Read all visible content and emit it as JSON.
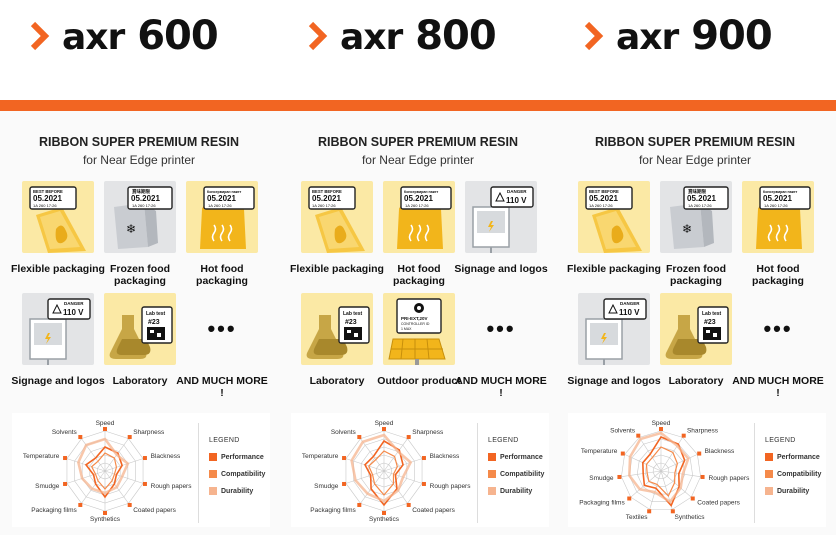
{
  "colors": {
    "accent": "#f26522",
    "performance": "#f26522",
    "compatibility": "#f58a4a",
    "durability": "#f6b48f"
  },
  "products": [
    {
      "brand": "axr",
      "model": "600",
      "title": "RIBBON SUPER PREMIUM RESIN",
      "subtitle": "for Near Edge printer",
      "tiles": [
        {
          "label": "Flexible packaging",
          "icon": "flexible-packaging-icon",
          "stamp": [
            "BEST BEFORE",
            "05.2021",
            "1A 260 17:26"
          ]
        },
        {
          "label": "Frozen food packaging",
          "icon": "frozen-food-icon",
          "stamp": [
            "賞味期限",
            "05.2021",
            "1A 260 17:26"
          ]
        },
        {
          "label": "Hot food packaging",
          "icon": "hot-food-icon",
          "stamp": [
            "Консервиран пакет",
            "05.2021",
            "1A 260 17:26"
          ]
        },
        {
          "label": "Signage and logos",
          "icon": "signage-icon",
          "stamp": [
            "DANGER",
            "110 V"
          ]
        },
        {
          "label": "Laboratory",
          "icon": "laboratory-icon",
          "stamp": [
            "Lab test",
            "#23"
          ]
        },
        {
          "label": "AND MUCH MORE !",
          "icon": "more-dots-icon"
        }
      ],
      "radar": {
        "axes": [
          "Speed",
          "Sharpness",
          "Blackness",
          "Rough papers",
          "Coated papers",
          "Synthetics",
          "Packaging films",
          "Smudge",
          "Temperature",
          "Solvents"
        ],
        "series": [
          {
            "name": "Performance",
            "values": [
              0.6,
              0.55,
              0.45,
              0.3,
              0.4,
              0.65,
              0.4,
              0.3,
              0.5,
              0.4
            ]
          },
          {
            "name": "Compatibility",
            "values": [
              0.45,
              0.4,
              0.3,
              0.25,
              0.3,
              0.45,
              0.3,
              0.25,
              0.35,
              0.3
            ]
          },
          {
            "name": "Durability",
            "values": [
              0.8,
              0.5,
              0.6,
              0.45,
              0.5,
              0.55,
              0.55,
              0.6,
              0.7,
              0.8
            ]
          }
        ]
      },
      "legend": {
        "title": "LEGEND",
        "items": [
          "Performance",
          "Compatibility",
          "Durability"
        ]
      }
    },
    {
      "brand": "axr",
      "model": "800",
      "title": "RIBBON SUPER PREMIUM RESIN",
      "subtitle": "for Near Edge printer",
      "tiles": [
        {
          "label": "Flexible packaging",
          "icon": "flexible-packaging-icon",
          "stamp": [
            "BEST BEFORE",
            "05.2021",
            "1A 260 17:26"
          ]
        },
        {
          "label": "Hot food packaging",
          "icon": "hot-food-icon",
          "stamp": [
            "Консервиран пакет",
            "05.2021",
            "1A 260 17:26"
          ]
        },
        {
          "label": "Signage and logos",
          "icon": "signage-icon",
          "stamp": [
            "DANGER",
            "110 V"
          ]
        },
        {
          "label": "Laboratory",
          "icon": "laboratory-icon",
          "stamp": [
            "Lab test",
            "#23"
          ]
        },
        {
          "label": "Outdoor product",
          "icon": "solar-panel-icon",
          "stamp": [
            "PRI-EXT,20V",
            "CONTROLLER ID",
            "1 MAX"
          ]
        },
        {
          "label": "AND MUCH MORE !",
          "icon": "more-dots-icon"
        }
      ],
      "radar": {
        "axes": [
          "Speed",
          "Sharpness",
          "Blackness",
          "Rough papers",
          "Coated papers",
          "Synthetics",
          "Packaging films",
          "Smudge",
          "Temperature",
          "Solvents"
        ],
        "series": [
          {
            "name": "Performance",
            "values": [
              0.75,
              0.65,
              0.5,
              0.3,
              0.55,
              0.85,
              0.55,
              0.35,
              0.5,
              0.45
            ]
          },
          {
            "name": "Compatibility",
            "values": [
              0.5,
              0.45,
              0.35,
              0.25,
              0.4,
              0.6,
              0.4,
              0.3,
              0.4,
              0.35
            ]
          },
          {
            "name": "Durability",
            "values": [
              0.9,
              0.6,
              0.7,
              0.5,
              0.6,
              0.75,
              0.7,
              0.75,
              0.85,
              0.9
            ]
          }
        ]
      },
      "legend": {
        "title": "LEGEND",
        "items": [
          "Performance",
          "Compatibility",
          "Durability"
        ]
      }
    },
    {
      "brand": "axr",
      "model": "900",
      "title": "RIBBON SUPER PREMIUM RESIN",
      "subtitle": "for Near Edge printer",
      "tiles": [
        {
          "label": "Flexible packaging",
          "icon": "flexible-packaging-icon",
          "stamp": [
            "BEST BEFORE",
            "05.2021",
            "1A 260 17:26"
          ]
        },
        {
          "label": "Frozen food packaging",
          "icon": "frozen-food-icon",
          "stamp": [
            "賞味期限",
            "05.2021",
            "1A 260 17:26"
          ]
        },
        {
          "label": "Hot food packaging",
          "icon": "hot-food-icon",
          "stamp": [
            "Консервиран пакет",
            "05.2021",
            "1A 260 17:26"
          ]
        },
        {
          "label": "Signage and logos",
          "icon": "signage-icon",
          "stamp": [
            "DANGER",
            "110 V"
          ]
        },
        {
          "label": "Laboratory",
          "icon": "laboratory-icon",
          "stamp": [
            "Lab test",
            "#23"
          ]
        },
        {
          "label": "AND MUCH MORE !",
          "icon": "more-dots-icon"
        }
      ],
      "radar": {
        "axes": [
          "Speed",
          "Sharpness",
          "Blackness",
          "Rough papers",
          "Coated papers",
          "Synthetics",
          "Textiles",
          "Packaging films",
          "Smudge",
          "Temperature",
          "Solvents"
        ],
        "series": [
          {
            "name": "Performance",
            "values": [
              0.85,
              0.8,
              0.65,
              0.45,
              0.6,
              0.9,
              0.45,
              0.55,
              0.45,
              0.5,
              0.5
            ]
          },
          {
            "name": "Compatibility",
            "values": [
              0.6,
              0.55,
              0.45,
              0.35,
              0.45,
              0.65,
              0.35,
              0.4,
              0.35,
              0.4,
              0.4
            ]
          },
          {
            "name": "Durability",
            "values": [
              0.95,
              0.75,
              0.75,
              0.55,
              0.65,
              0.8,
              0.55,
              0.7,
              0.8,
              0.85,
              0.95
            ]
          }
        ]
      },
      "legend": {
        "title": "LEGEND",
        "items": [
          "Performance",
          "Compatibility",
          "Durability"
        ]
      }
    }
  ]
}
